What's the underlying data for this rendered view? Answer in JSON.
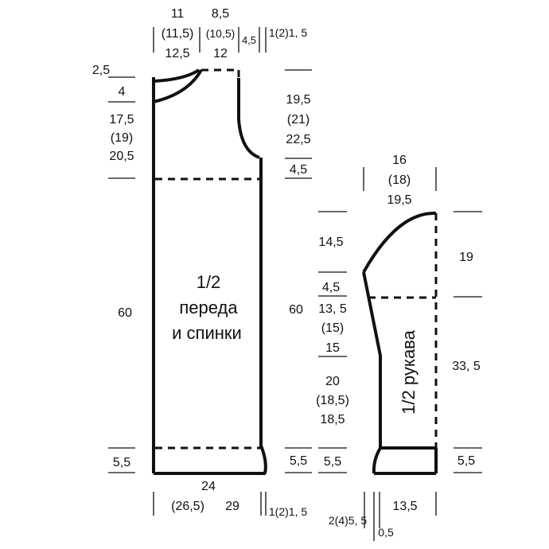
{
  "colors": {
    "ink": "#111111",
    "background": "#ffffff"
  },
  "body": {
    "title_line1": "1/2",
    "title_line2": "переда",
    "title_line3": "и спинки",
    "top": {
      "neck_a": [
        "11",
        "(11,5)",
        "12,5"
      ],
      "neck_b": [
        "8,5",
        "(10,5)",
        "12"
      ],
      "shoulder": "4,5",
      "armhole_step": "1(2)1, 5"
    },
    "left": {
      "v1": "2,5",
      "v2": "4",
      "v3": [
        "17,5",
        "(19)",
        "20,5"
      ],
      "v4": "60",
      "v5": "5,5"
    },
    "right": {
      "v1": [
        "19,5",
        "(21)",
        "22,5"
      ],
      "v2": "4,5",
      "v3": "60",
      "v4": "5,5"
    },
    "bottom": {
      "width": [
        "24",
        "(26,5)",
        "29"
      ],
      "step": "1(2)1, 5"
    }
  },
  "sleeve": {
    "title": "1/2 рукава",
    "top": [
      "16",
      "(18)",
      "19,5"
    ],
    "left": {
      "v1": "14,5",
      "v2": "4,5",
      "v3": [
        "13, 5",
        "(15)",
        "15"
      ],
      "v4": [
        "20",
        "(18,5)",
        "18,5"
      ],
      "v5": "5,5"
    },
    "right": {
      "v1": "19",
      "v2": "33, 5",
      "v3": "5,5"
    },
    "bottom": {
      "step": "2(4)5, 5",
      "width": "13,5",
      "small": "0,5"
    }
  }
}
